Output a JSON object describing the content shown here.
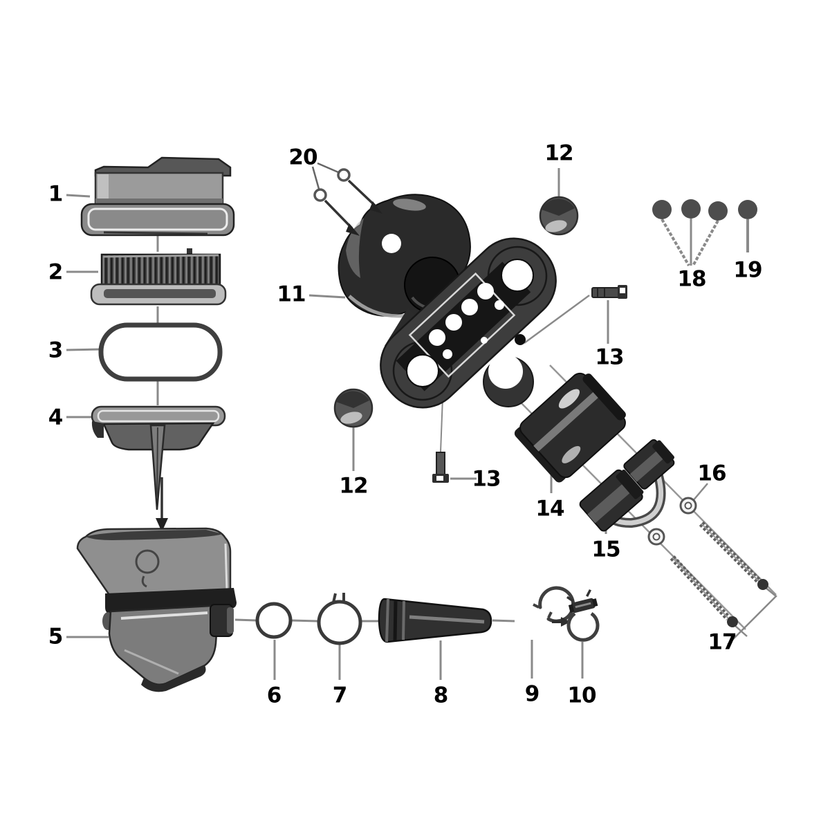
{
  "figure": {
    "kind": "exploded-parts-diagram",
    "background_color": "#ffffff",
    "label_color": "#000000",
    "leader_color": "#8a8a8a",
    "part_dark_color": "#2b2b2b",
    "callouts": {
      "c1": {
        "label": "1"
      },
      "c2": {
        "label": "2"
      },
      "c3": {
        "label": "3"
      },
      "c4": {
        "label": "4"
      },
      "c5": {
        "label": "5"
      },
      "c6": {
        "label": "6"
      },
      "c7": {
        "label": "7"
      },
      "c8": {
        "label": "8"
      },
      "c9": {
        "label": "9"
      },
      "c10": {
        "label": "10"
      },
      "c11": {
        "label": "11"
      },
      "c12a": {
        "label": "12"
      },
      "c12b": {
        "label": "12"
      },
      "c13a": {
        "label": "13"
      },
      "c13b": {
        "label": "13"
      },
      "c14": {
        "label": "14"
      },
      "c15": {
        "label": "15"
      },
      "c16": {
        "label": "16"
      },
      "c17": {
        "label": "17"
      },
      "c18": {
        "label": "18"
      },
      "c19": {
        "label": "19"
      },
      "c20": {
        "label": "20"
      }
    }
  }
}
